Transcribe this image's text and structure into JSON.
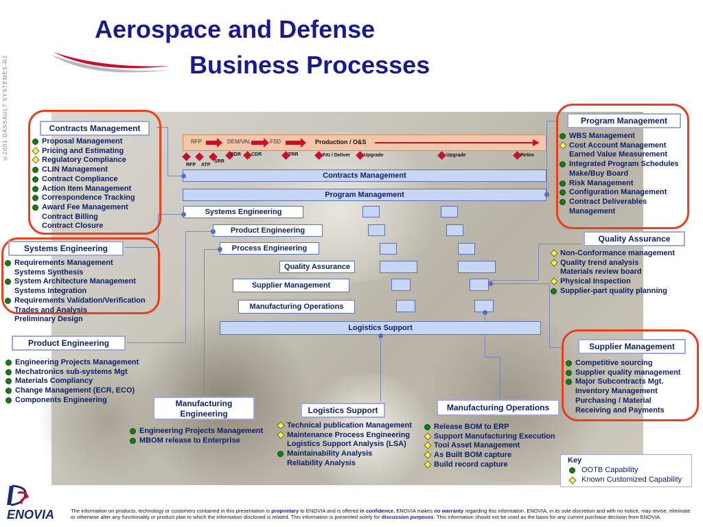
{
  "title": {
    "line1": "Aerospace and Defense",
    "line2": "Business Processes"
  },
  "side_text": "©2001 DASSAULT SYSTEMES-R2",
  "timeline": {
    "phases": [
      "RFP",
      "DEM/VAL",
      "FSD",
      "Production / O&S"
    ],
    "milestones_top": [
      "PDR",
      "CDR",
      "TRR",
      "FAI / Deliver",
      "Upgrade",
      "Upgrade",
      "Retire"
    ],
    "milestones_bottom": [
      "RFP",
      "ATP",
      "SRR"
    ]
  },
  "bars": {
    "contracts": "Contracts Management",
    "program": "Program Management",
    "systems": "Systems Engineering",
    "product": "Product Engineering",
    "process": "Process Engineering",
    "quality": "Quality Assurance",
    "supplier": "Supplier Management",
    "manufacturing": "Manufacturing Operations",
    "logistics": "Logistics Support"
  },
  "contracts_management": {
    "header": "Contracts Management",
    "items": [
      {
        "text": "Proposal Management",
        "marker": "dot"
      },
      {
        "text": "Pricing and Estimating",
        "marker": "diamond"
      },
      {
        "text": "Regulatory Compliance",
        "marker": "diamond"
      },
      {
        "text": "CLIN Management",
        "marker": "dot"
      },
      {
        "text": "Contract Compliance",
        "marker": "dot"
      },
      {
        "text": "Action Item Management",
        "marker": "dot"
      },
      {
        "text": "Correspondence Tracking",
        "marker": "dot"
      },
      {
        "text": "Award Fee Management",
        "marker": "dot"
      },
      {
        "text": "Contract Billing",
        "marker": "none"
      },
      {
        "text": "Contract Closure",
        "marker": "none"
      }
    ]
  },
  "systems_engineering": {
    "header": "Systems Engineering",
    "items": [
      {
        "text": "Requirements Management",
        "marker": "dot"
      },
      {
        "text": "Systems Synthesis",
        "marker": "none"
      },
      {
        "text": "System Architecture Management",
        "marker": "dot"
      },
      {
        "text": "Systems Integration",
        "marker": "none"
      },
      {
        "text": "Requirements Validation/Verification",
        "marker": "dot"
      },
      {
        "text": "Trades and Analysis",
        "marker": "none"
      },
      {
        "text": "Preliminary Design",
        "marker": "none"
      }
    ]
  },
  "product_engineering": {
    "header": "Product Engineering",
    "items": [
      {
        "text": "Engineering Projects Management",
        "marker": "dot"
      },
      {
        "text": "Mechatronics sub-systems Mgt",
        "marker": "dot"
      },
      {
        "text": "Materials Compliancy",
        "marker": "dot"
      },
      {
        "text": "Change Management (ECR, ECO)",
        "marker": "dot"
      },
      {
        "text": "Components Engineering",
        "marker": "dot"
      }
    ]
  },
  "manufacturing_engineering": {
    "header_line1": "Manufacturing",
    "header_line2": "Engineering",
    "items": [
      {
        "text": "Engineering Projects Management",
        "marker": "dot"
      },
      {
        "text": "MBOM release to Enterprise",
        "marker": "dot"
      }
    ]
  },
  "logistics_support": {
    "header": "Logistics Support",
    "items": [
      {
        "text": "Technical publication Management",
        "marker": "diamond"
      },
      {
        "text": "Maintenance Process Engineering",
        "marker": "diamond"
      },
      {
        "text": "Logistics Support Analysis (LSA)",
        "marker": "none"
      },
      {
        "text": "Maintainability Analysis",
        "marker": "dot"
      },
      {
        "text": "Reliability Analysis",
        "marker": "none"
      }
    ]
  },
  "manufacturing_operations": {
    "header": "Manufacturing Operations",
    "items": [
      {
        "text": "Release BOM to ERP",
        "marker": "dot"
      },
      {
        "text": "Support Manufacturing Execution",
        "marker": "diamond"
      },
      {
        "text": "Tool Asset Management",
        "marker": "diamond"
      },
      {
        "text": "As Built BOM capture",
        "marker": "diamond"
      },
      {
        "text": "Build record capture",
        "marker": "diamond"
      }
    ]
  },
  "program_management": {
    "header": "Program Management",
    "items": [
      {
        "text": "WBS Management",
        "marker": "dot"
      },
      {
        "text": "Cost Account Management",
        "marker": "diamond"
      },
      {
        "text": "Earned Value Measurement",
        "marker": "none"
      },
      {
        "text": "Integrated Program Schedules",
        "marker": "dot"
      },
      {
        "text": "Make/Buy Board",
        "marker": "none"
      },
      {
        "text": "Risk Management",
        "marker": "dot"
      },
      {
        "text": "Configuration Management",
        "marker": "dot"
      },
      {
        "text": "Contract Deliverables",
        "marker": "dot"
      },
      {
        "text": "Management",
        "marker": "none"
      }
    ]
  },
  "quality_assurance": {
    "header": "Quality Assurance",
    "items": [
      {
        "text": "Non-Conformance management",
        "marker": "diamond"
      },
      {
        "text": "Quality trend analysis",
        "marker": "diamond"
      },
      {
        "text": "Materials review board",
        "marker": "none"
      },
      {
        "text": "Physical Inspection",
        "marker": "diamond"
      },
      {
        "text": "Supplier-part quality planning",
        "marker": "dot"
      }
    ]
  },
  "supplier_management": {
    "header": "Supplier Management",
    "items": [
      {
        "text": "Competitive sourcing",
        "marker": "dot"
      },
      {
        "text": "Supplier quality management",
        "marker": "dot"
      },
      {
        "text": "Major Subcontracts Mgt.",
        "marker": "dot"
      },
      {
        "text": "Inventory Management",
        "marker": "none"
      },
      {
        "text": "Purchasing / Material",
        "marker": "none"
      },
      {
        "text": "Receiving and Payments",
        "marker": "none"
      }
    ]
  },
  "key": {
    "title": "Key",
    "ootb": "OOTB Capability",
    "custom": "Known Customized Capability"
  },
  "logo": {
    "brand": "ENOVIA"
  },
  "footer": {
    "p1": "The information on products, technology or customers contained in this presentation is ",
    "proprietary": "proprietary",
    "p2": " to ENOVIA and is offered ",
    "confidence": "in confidence",
    "p3": ".  ENOVIA makes ",
    "warranty": "no warranty",
    "p4": " regarding this information. ENOVIA, in its sole discretion and with no notice, may revise, eliminate or otherwise alter any functionality or product plan to which the information disclosed is related. This information is presented solely for ",
    "discussion": "discussion purposes",
    "p5": ". This information should not be used as the basis for any current purchase decision from ENOVIA."
  },
  "colors": {
    "title": "#1a1a8c",
    "ring": "#e8401c",
    "ootb_dot": "#1a7a1a",
    "custom_diamond": "#f5ee5a",
    "milestone": "#c8102e"
  }
}
